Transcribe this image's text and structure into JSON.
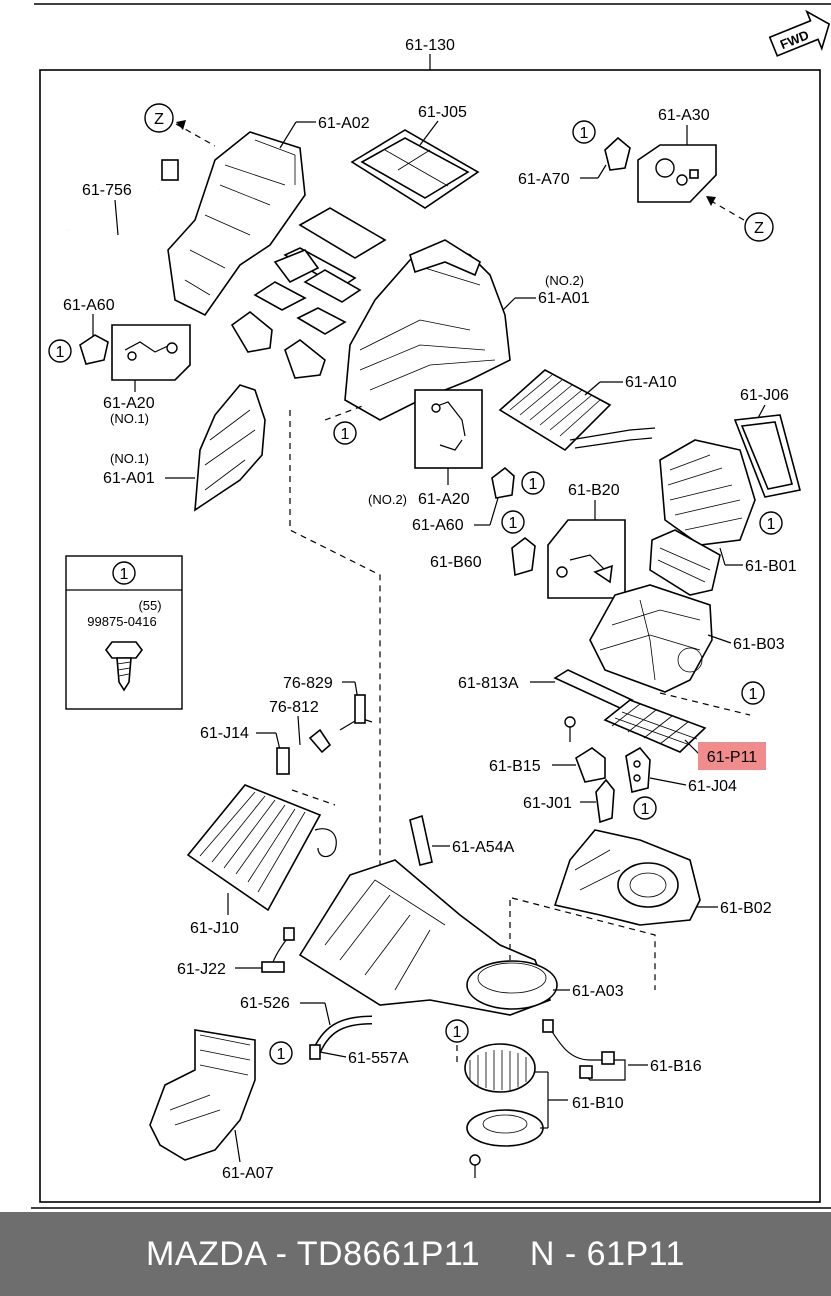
{
  "assembly_label": "61-130",
  "direction_label": "FWD",
  "view_marker": "Z",
  "callout_marker": "1",
  "part_labels": {
    "a02": "61-A02",
    "j05": "61-J05",
    "a30": "61-A30",
    "a70": "61-A70",
    "p756": "61-756",
    "no2_top": "(NO.2)",
    "a01_top": "61-A01",
    "a60_left": "61-A60",
    "a20_left": "61-A20",
    "no1_a20": "(NO.1)",
    "a10": "61-A10",
    "j06": "61-J06",
    "no1_a01": "(NO.1)",
    "a01_left": "61-A01",
    "no2_a20": "(NO.2)",
    "a20_mid": "61-A20",
    "a60_mid": "61-A60",
    "b20": "61-B20",
    "b60": "61-B60",
    "b01": "61-B01",
    "b03": "61-B03",
    "p813a": "61-813A",
    "p829": "76-829",
    "p812": "76-812",
    "j14": "61-J14",
    "p11": "61-P11",
    "b15": "61-B15",
    "j04": "61-J04",
    "j01": "61-J01",
    "a54a": "61-A54A",
    "b02": "61-B02",
    "j10": "61-J10",
    "j22": "61-J22",
    "a03": "61-A03",
    "p526": "61-526",
    "p557a": "61-557A",
    "b16": "61-B16",
    "b10": "61-B10",
    "a07": "61-A07"
  },
  "legend": {
    "marker": "1",
    "qty": "(55)",
    "part_number": "99875-0416"
  },
  "highlight_color": "#f08c8c",
  "footer": {
    "brand_part": "MAZDA - TD8661P11",
    "ref": "N - 61P11"
  }
}
